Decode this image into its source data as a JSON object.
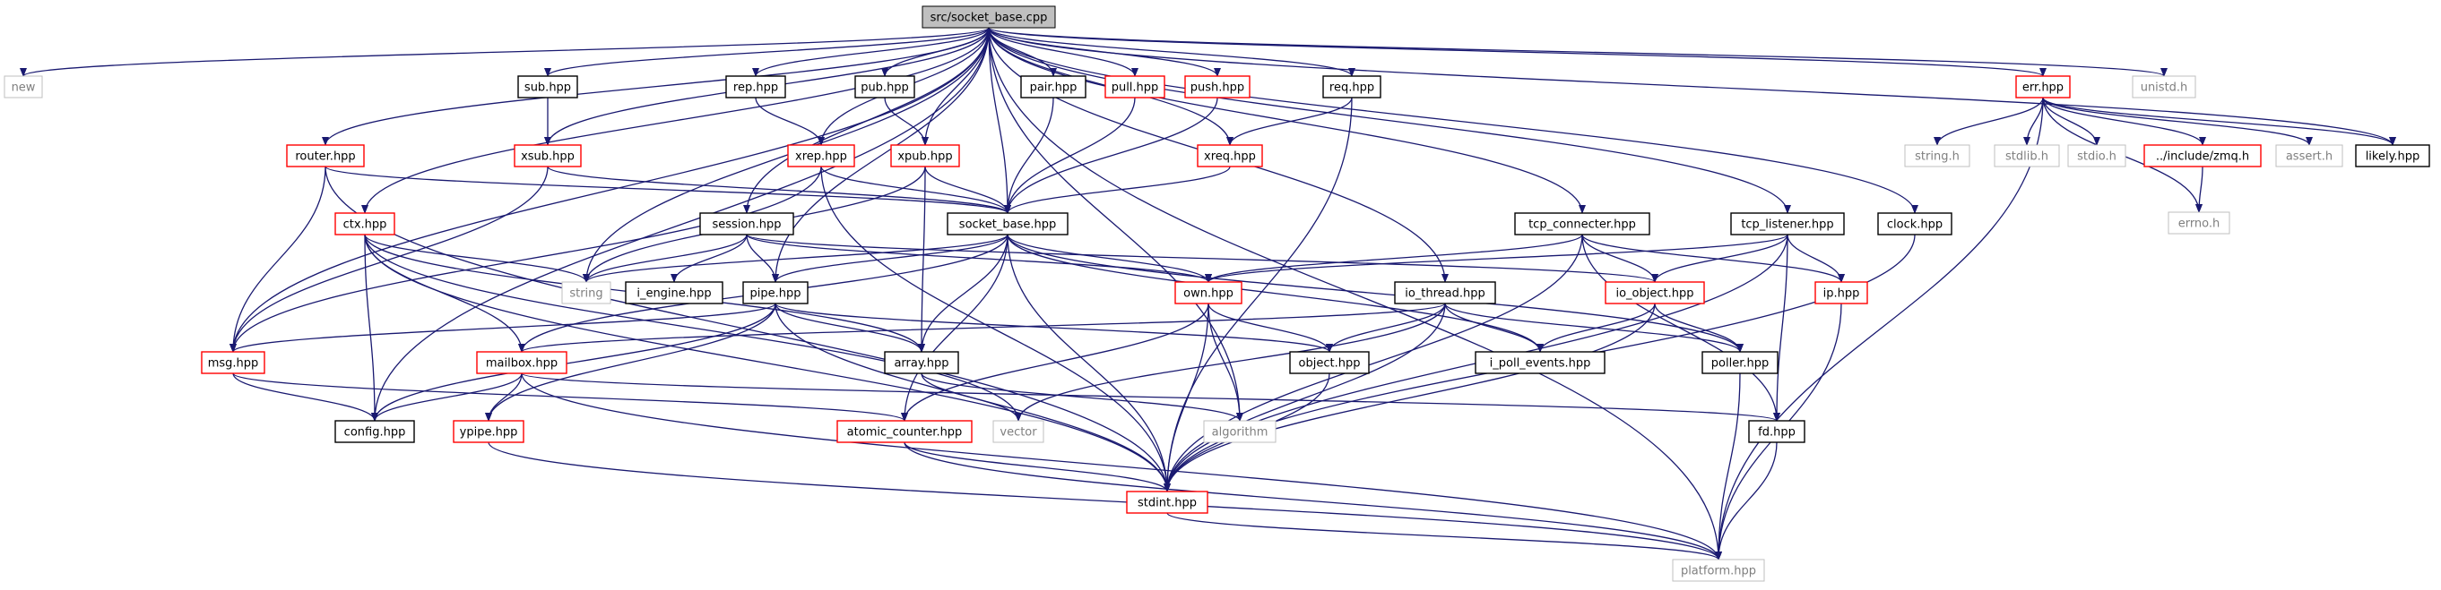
{
  "graph": {
    "nodes": {
      "socket_base_cpp": {
        "label": "src/socket_base.cpp",
        "style": "root"
      },
      "new": {
        "label": "new",
        "style": "light"
      },
      "sub_hpp": {
        "label": "sub.hpp",
        "style": "black"
      },
      "rep_hpp": {
        "label": "rep.hpp",
        "style": "black"
      },
      "pub_hpp": {
        "label": "pub.hpp",
        "style": "black"
      },
      "pair_hpp": {
        "label": "pair.hpp",
        "style": "black"
      },
      "pull_hpp": {
        "label": "pull.hpp",
        "style": "red"
      },
      "push_hpp": {
        "label": "push.hpp",
        "style": "red"
      },
      "req_hpp": {
        "label": "req.hpp",
        "style": "black"
      },
      "err_hpp": {
        "label": "err.hpp",
        "style": "red"
      },
      "unistd_h": {
        "label": "unistd.h",
        "style": "light"
      },
      "router_hpp": {
        "label": "router.hpp",
        "style": "red"
      },
      "xsub_hpp": {
        "label": "xsub.hpp",
        "style": "red"
      },
      "xrep_hpp": {
        "label": "xrep.hpp",
        "style": "red"
      },
      "xpub_hpp": {
        "label": "xpub.hpp",
        "style": "red"
      },
      "xreq_hpp": {
        "label": "xreq.hpp",
        "style": "red"
      },
      "string_h": {
        "label": "string.h",
        "style": "light"
      },
      "stdlib_h": {
        "label": "stdlib.h",
        "style": "light"
      },
      "stdio_h": {
        "label": "stdio.h",
        "style": "light"
      },
      "zmq_hpp": {
        "label": "../include/zmq.h",
        "style": "red"
      },
      "assert_h": {
        "label": "assert.h",
        "style": "light"
      },
      "likely_hpp": {
        "label": "likely.hpp",
        "style": "black"
      },
      "errno_h": {
        "label": "errno.h",
        "style": "light"
      },
      "ctx_hpp": {
        "label": "ctx.hpp",
        "style": "red"
      },
      "session_hpp": {
        "label": "session.hpp",
        "style": "black"
      },
      "socket_base_hpp": {
        "label": "socket_base.hpp",
        "style": "black"
      },
      "tcp_connecter_hpp": {
        "label": "tcp_connecter.hpp",
        "style": "black"
      },
      "tcp_listener_hpp": {
        "label": "tcp_listener.hpp",
        "style": "black"
      },
      "clock_hpp": {
        "label": "clock.hpp",
        "style": "black"
      },
      "string": {
        "label": "string",
        "style": "light"
      },
      "i_engine_hpp": {
        "label": "i_engine.hpp",
        "style": "black"
      },
      "pipe_hpp": {
        "label": "pipe.hpp",
        "style": "black"
      },
      "own_hpp": {
        "label": "own.hpp",
        "style": "red"
      },
      "io_thread_hpp": {
        "label": "io_thread.hpp",
        "style": "black"
      },
      "io_object_hpp": {
        "label": "io_object.hpp",
        "style": "red"
      },
      "ip_hpp": {
        "label": "ip.hpp",
        "style": "red"
      },
      "msg_hpp": {
        "label": "msg.hpp",
        "style": "red"
      },
      "mailbox_hpp": {
        "label": "mailbox.hpp",
        "style": "red"
      },
      "array_hpp": {
        "label": "array.hpp",
        "style": "black"
      },
      "object_hpp": {
        "label": "object.hpp",
        "style": "black"
      },
      "i_poll_events_hpp": {
        "label": "i_poll_events.hpp",
        "style": "black"
      },
      "poller_hpp": {
        "label": "poller.hpp",
        "style": "black"
      },
      "config_hpp": {
        "label": "config.hpp",
        "style": "black"
      },
      "ypipe_hpp": {
        "label": "ypipe.hpp",
        "style": "red"
      },
      "vector": {
        "label": "vector",
        "style": "light"
      },
      "algorithm": {
        "label": "algorithm",
        "style": "light"
      },
      "atomic_counter_hpp": {
        "label": "atomic_counter.hpp",
        "style": "red"
      },
      "fd_hpp": {
        "label": "fd.hpp",
        "style": "black"
      },
      "stdint_hpp": {
        "label": "stdint.hpp",
        "style": "red"
      },
      "platform_hpp": {
        "label": "platform.hpp",
        "style": "light"
      }
    },
    "edges": [
      [
        "socket_base_cpp",
        "new"
      ],
      [
        "socket_base_cpp",
        "sub_hpp"
      ],
      [
        "socket_base_cpp",
        "rep_hpp"
      ],
      [
        "socket_base_cpp",
        "pub_hpp"
      ],
      [
        "socket_base_cpp",
        "pair_hpp"
      ],
      [
        "socket_base_cpp",
        "pull_hpp"
      ],
      [
        "socket_base_cpp",
        "push_hpp"
      ],
      [
        "socket_base_cpp",
        "req_hpp"
      ],
      [
        "socket_base_cpp",
        "err_hpp"
      ],
      [
        "socket_base_cpp",
        "unistd_h"
      ],
      [
        "socket_base_cpp",
        "router_hpp"
      ],
      [
        "socket_base_cpp",
        "xsub_hpp"
      ],
      [
        "socket_base_cpp",
        "xrep_hpp"
      ],
      [
        "socket_base_cpp",
        "xpub_hpp"
      ],
      [
        "socket_base_cpp",
        "xreq_hpp"
      ],
      [
        "socket_base_cpp",
        "likely_hpp"
      ],
      [
        "socket_base_cpp",
        "ctx_hpp"
      ],
      [
        "socket_base_cpp",
        "session_hpp"
      ],
      [
        "socket_base_cpp",
        "socket_base_hpp"
      ],
      [
        "socket_base_cpp",
        "tcp_connecter_hpp"
      ],
      [
        "socket_base_cpp",
        "tcp_listener_hpp"
      ],
      [
        "socket_base_cpp",
        "clock_hpp"
      ],
      [
        "socket_base_cpp",
        "string"
      ],
      [
        "socket_base_cpp",
        "pipe_hpp"
      ],
      [
        "socket_base_cpp",
        "io_thread_hpp"
      ],
      [
        "socket_base_cpp",
        "msg_hpp"
      ],
      [
        "socket_base_cpp",
        "config_hpp"
      ],
      [
        "socket_base_cpp",
        "algorithm"
      ],
      [
        "socket_base_cpp",
        "platform_hpp"
      ],
      [
        "sub_hpp",
        "xsub_hpp"
      ],
      [
        "rep_hpp",
        "xrep_hpp"
      ],
      [
        "pub_hpp",
        "xpub_hpp"
      ],
      [
        "pair_hpp",
        "socket_base_hpp"
      ],
      [
        "pull_hpp",
        "socket_base_hpp"
      ],
      [
        "push_hpp",
        "socket_base_hpp"
      ],
      [
        "req_hpp",
        "xreq_hpp"
      ],
      [
        "req_hpp",
        "stdint_hpp"
      ],
      [
        "err_hpp",
        "string_h"
      ],
      [
        "err_hpp",
        "stdlib_h"
      ],
      [
        "err_hpp",
        "stdio_h"
      ],
      [
        "err_hpp",
        "zmq_hpp"
      ],
      [
        "err_hpp",
        "assert_h"
      ],
      [
        "err_hpp",
        "likely_hpp"
      ],
      [
        "err_hpp",
        "errno_h"
      ],
      [
        "err_hpp",
        "platform_hpp"
      ],
      [
        "zmq_hpp",
        "errno_h"
      ],
      [
        "router_hpp",
        "socket_base_hpp"
      ],
      [
        "router_hpp",
        "msg_hpp"
      ],
      [
        "router_hpp",
        "stdint_hpp"
      ],
      [
        "xsub_hpp",
        "socket_base_hpp"
      ],
      [
        "xsub_hpp",
        "msg_hpp"
      ],
      [
        "xrep_hpp",
        "socket_base_hpp"
      ],
      [
        "xrep_hpp",
        "stdint_hpp"
      ],
      [
        "xrep_hpp",
        "msg_hpp"
      ],
      [
        "xpub_hpp",
        "socket_base_hpp"
      ],
      [
        "xpub_hpp",
        "array_hpp"
      ],
      [
        "xpub_hpp",
        "string"
      ],
      [
        "xreq_hpp",
        "socket_base_hpp"
      ],
      [
        "ctx_hpp",
        "string"
      ],
      [
        "ctx_hpp",
        "array_hpp"
      ],
      [
        "ctx_hpp",
        "mailbox_hpp"
      ],
      [
        "ctx_hpp",
        "config_hpp"
      ],
      [
        "ctx_hpp",
        "stdint_hpp"
      ],
      [
        "ctx_hpp",
        "vector"
      ],
      [
        "session_hpp",
        "own_hpp"
      ],
      [
        "session_hpp",
        "i_engine_hpp"
      ],
      [
        "session_hpp",
        "pipe_hpp"
      ],
      [
        "session_hpp",
        "string"
      ],
      [
        "session_hpp",
        "io_object_hpp"
      ],
      [
        "socket_base_hpp",
        "string"
      ],
      [
        "socket_base_hpp",
        "own_hpp"
      ],
      [
        "socket_base_hpp",
        "pipe_hpp"
      ],
      [
        "socket_base_hpp",
        "array_hpp"
      ],
      [
        "socket_base_hpp",
        "mailbox_hpp"
      ],
      [
        "socket_base_hpp",
        "atomic_counter_hpp"
      ],
      [
        "socket_base_hpp",
        "stdint_hpp"
      ],
      [
        "socket_base_hpp",
        "i_poll_events_hpp"
      ],
      [
        "socket_base_hpp",
        "poller_hpp"
      ],
      [
        "tcp_connecter_hpp",
        "own_hpp"
      ],
      [
        "tcp_connecter_hpp",
        "io_object_hpp"
      ],
      [
        "tcp_connecter_hpp",
        "fd_hpp"
      ],
      [
        "tcp_connecter_hpp",
        "ip_hpp"
      ],
      [
        "tcp_connecter_hpp",
        "stdint_hpp"
      ],
      [
        "tcp_listener_hpp",
        "own_hpp"
      ],
      [
        "tcp_listener_hpp",
        "io_object_hpp"
      ],
      [
        "tcp_listener_hpp",
        "ip_hpp"
      ],
      [
        "tcp_listener_hpp",
        "fd_hpp"
      ],
      [
        "tcp_listener_hpp",
        "stdint_hpp"
      ],
      [
        "clock_hpp",
        "stdint_hpp"
      ],
      [
        "pipe_hpp",
        "msg_hpp"
      ],
      [
        "pipe_hpp",
        "array_hpp"
      ],
      [
        "pipe_hpp",
        "ypipe_hpp"
      ],
      [
        "pipe_hpp",
        "config_hpp"
      ],
      [
        "pipe_hpp",
        "stdint_hpp"
      ],
      [
        "pipe_hpp",
        "object_hpp"
      ],
      [
        "own_hpp",
        "object_hpp"
      ],
      [
        "own_hpp",
        "atomic_counter_hpp"
      ],
      [
        "own_hpp",
        "stdint_hpp"
      ],
      [
        "own_hpp",
        "algorithm"
      ],
      [
        "io_thread_hpp",
        "object_hpp"
      ],
      [
        "io_thread_hpp",
        "poller_hpp"
      ],
      [
        "io_thread_hpp",
        "i_poll_events_hpp"
      ],
      [
        "io_thread_hpp",
        "mailbox_hpp"
      ],
      [
        "io_thread_hpp",
        "vector"
      ],
      [
        "io_thread_hpp",
        "stdint_hpp"
      ],
      [
        "io_object_hpp",
        "i_poll_events_hpp"
      ],
      [
        "io_object_hpp",
        "poller_hpp"
      ],
      [
        "io_object_hpp",
        "stdint_hpp"
      ],
      [
        "ip_hpp",
        "platform_hpp"
      ],
      [
        "msg_hpp",
        "config_hpp"
      ],
      [
        "msg_hpp",
        "atomic_counter_hpp"
      ],
      [
        "mailbox_hpp",
        "config_hpp"
      ],
      [
        "mailbox_hpp",
        "ypipe_hpp"
      ],
      [
        "mailbox_hpp",
        "fd_hpp"
      ],
      [
        "mailbox_hpp",
        "platform_hpp"
      ],
      [
        "array_hpp",
        "vector"
      ],
      [
        "array_hpp",
        "algorithm"
      ],
      [
        "object_hpp",
        "stdint_hpp"
      ],
      [
        "poller_hpp",
        "platform_hpp"
      ],
      [
        "ypipe_hpp",
        "platform_hpp"
      ],
      [
        "atomic_counter_hpp",
        "stdint_hpp"
      ],
      [
        "atomic_counter_hpp",
        "platform_hpp"
      ],
      [
        "fd_hpp",
        "platform_hpp"
      ],
      [
        "stdint_hpp",
        "platform_hpp"
      ]
    ]
  },
  "colors": {
    "edge": "#191970",
    "border_black": "#000000",
    "border_red": "#ff0000",
    "border_light": "#bfbfbf",
    "text_dark": "#000000",
    "text_light": "#7f7f7f",
    "root_fill": "#bfbfbf"
  }
}
